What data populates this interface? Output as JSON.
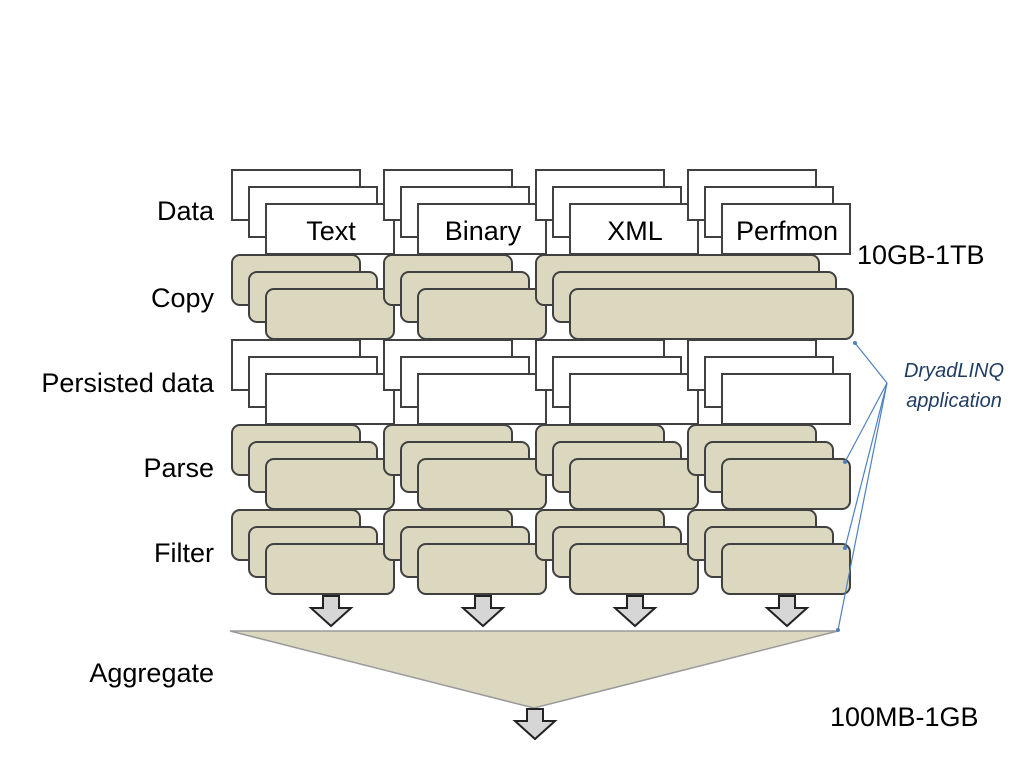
{
  "rows": {
    "data": "Data",
    "copy": "Copy",
    "persisted": "Persisted data",
    "parse": "Parse",
    "filter": "Filter",
    "aggregate": "Aggregate"
  },
  "columns": [
    "Text",
    "Binary",
    "XML",
    "Perfmon"
  ],
  "sizes": {
    "input": "10GB-1TB",
    "output": "100MB-1GB"
  },
  "note": {
    "line1": "DryadLINQ",
    "line2": "application"
  },
  "colors": {
    "stage_fill": "#dcd8c0",
    "box_stroke": "#404040",
    "arrow_fill": "#d6d6d6",
    "link": "#4f81bd"
  }
}
